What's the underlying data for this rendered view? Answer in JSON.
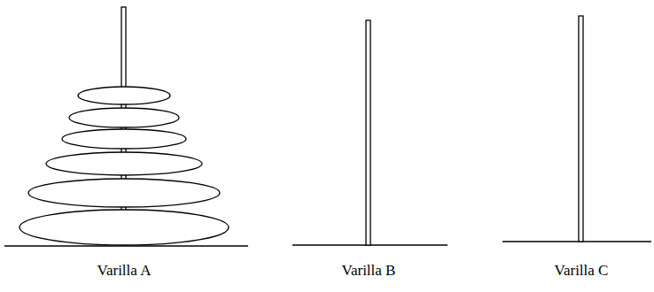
{
  "diagram": {
    "labels": [
      "Varilla A",
      "Varilla B",
      "Varilla C"
    ]
  }
}
